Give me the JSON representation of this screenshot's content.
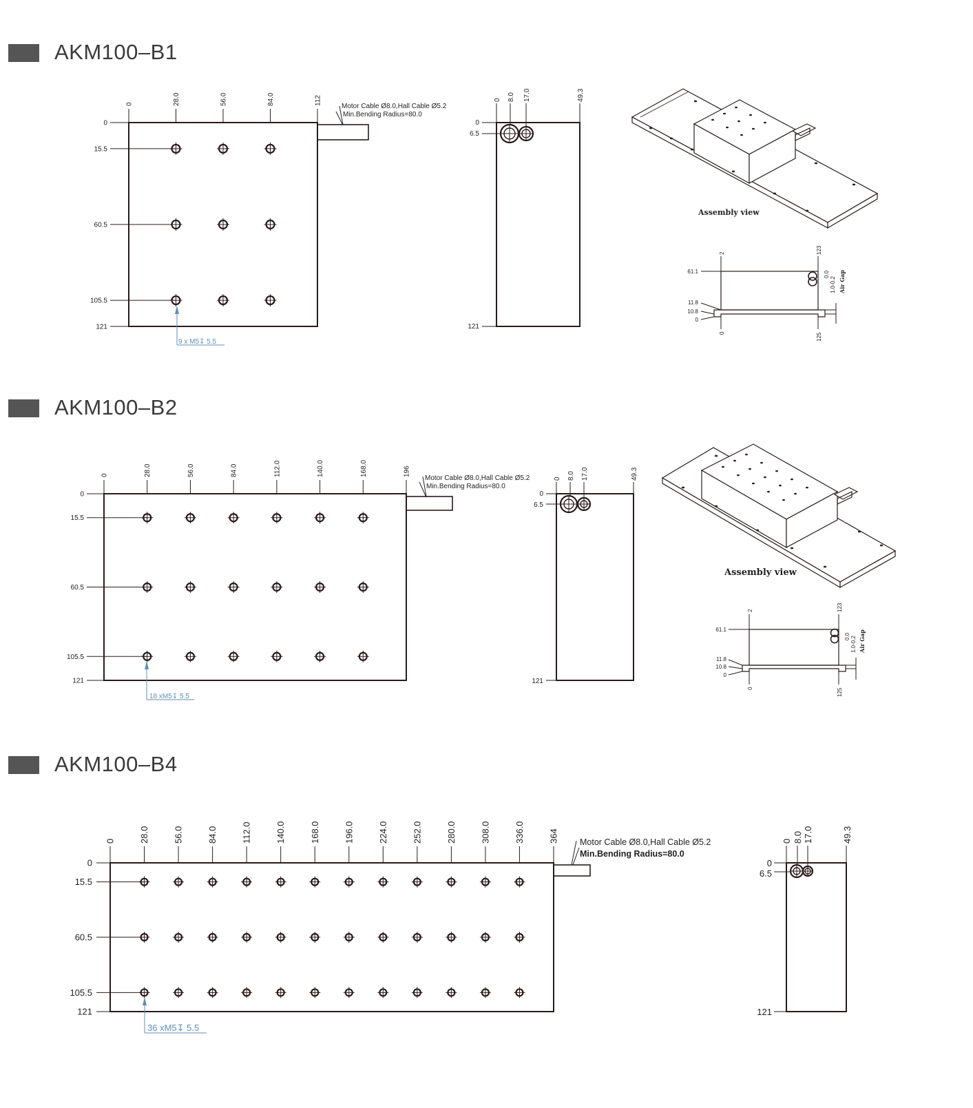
{
  "sections": [
    {
      "title": "AKM100–B1",
      "plan": {
        "x_dims": [
          "0",
          "28.0",
          "56.0",
          "84.0",
          "112"
        ],
        "y_dims": [
          "0",
          "15.5",
          "60.5",
          "105.5",
          "121"
        ],
        "hole_cols": [
          28,
          56,
          84
        ],
        "hole_rows": [
          15.5,
          60.5,
          105.5
        ],
        "length": 112,
        "cable_note_1": "Motor Cable Ø8.0,Hall Cable Ø5.2",
        "cable_note_2": "Min.Bending Radius=80.0",
        "hole_note": "9 x M5↧ 5.5"
      },
      "side": {
        "x_dims": [
          "0",
          "8.0",
          "17.0",
          "49.3"
        ],
        "y_dims": [
          "0",
          "6.5",
          "121"
        ]
      },
      "assembly_label": "Assembly view",
      "section_view": {
        "top_dims": [
          "2",
          "123"
        ],
        "bottom_dims": [
          "0",
          "125"
        ],
        "left_dims": [
          "61.1",
          "11.8",
          "10.8",
          "0"
        ],
        "gap_dims": [
          "0.0",
          "1.0-0.2"
        ],
        "gap_label": "Air Gap"
      }
    },
    {
      "title": "AKM100–B2",
      "plan": {
        "x_dims": [
          "0",
          "28.0",
          "56.0",
          "84.0",
          "112.0",
          "140.0",
          "168.0",
          "196"
        ],
        "y_dims": [
          "0",
          "15.5",
          "60.5",
          "105.5",
          "121"
        ],
        "hole_cols": [
          28,
          56,
          84,
          112,
          140,
          168
        ],
        "hole_rows": [
          15.5,
          60.5,
          105.5
        ],
        "length": 196,
        "cable_note_1": "Motor Cable Ø8.0,Hall Cable Ø5.2",
        "cable_note_2": "Min.Bending Radius=80.0",
        "hole_note": "18 xM5↧ 5.5"
      },
      "side": {
        "x_dims": [
          "0",
          "8.0",
          "17.0",
          "49.3"
        ],
        "y_dims": [
          "0",
          "6.5",
          "121"
        ]
      },
      "assembly_label": "Assembly view",
      "section_view": {
        "top_dims": [
          "2",
          "123"
        ],
        "bottom_dims": [
          "0",
          "125"
        ],
        "left_dims": [
          "61.1",
          "11.8",
          "10.8",
          "0"
        ],
        "gap_dims": [
          "0.0",
          "1.0-0.2"
        ],
        "gap_label": "Air Gap"
      }
    },
    {
      "title": "AKM100–B4",
      "plan": {
        "x_dims": [
          "0",
          "28.0",
          "56.0",
          "84.0",
          "112.0",
          "140.0",
          "168.0",
          "196.0",
          "224.0",
          "252.0",
          "280.0",
          "308.0",
          "336.0",
          "364"
        ],
        "y_dims": [
          "0",
          "15.5",
          "60.5",
          "105.5",
          "121"
        ],
        "hole_cols": [
          28,
          56,
          84,
          112,
          140,
          168,
          196,
          224,
          252,
          280,
          308,
          336
        ],
        "hole_rows": [
          15.5,
          60.5,
          105.5
        ],
        "length": 364,
        "cable_note_1": "Motor Cable Ø8.0,Hall Cable Ø5.2",
        "cable_note_2": "Min.Bending Radius=80.0",
        "hole_note": "36 xM5↧ 5.5"
      },
      "side": {
        "x_dims": [
          "0",
          "8.0",
          "17.0",
          "49.3"
        ],
        "y_dims": [
          "0",
          "6.5",
          "121"
        ]
      }
    }
  ]
}
